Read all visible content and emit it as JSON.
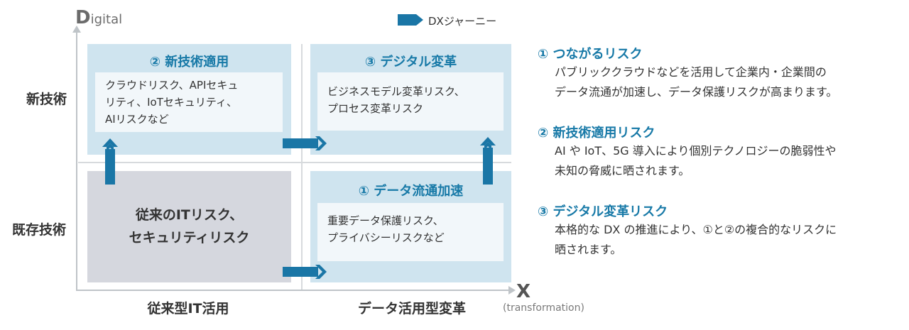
{
  "axes": {
    "y_title_initial": "D",
    "y_title_rest": "igital",
    "x_title": "X",
    "x_subtitle": "(transformation)"
  },
  "rows": {
    "top": "新技術",
    "bottom": "既存技術"
  },
  "columns": {
    "left": "従来型IT活用",
    "right": "データ活用型変革"
  },
  "legend": {
    "label": "DXジャーニー"
  },
  "quadrants": {
    "top_left": {
      "title": "② 新技術適用",
      "lines": [
        "クラウドリスク、APIセキュ",
        "リティ、IoTセキュリティ、",
        "AIリスクなど"
      ]
    },
    "top_right": {
      "title": "③ デジタル変革",
      "lines": [
        "ビジネスモデル変革リスク、",
        "プロセス変革リスク"
      ]
    },
    "bottom_right": {
      "title": "① データ流通加速",
      "lines": [
        "重要データ保護リスク、",
        "プライバシーリスクなど"
      ]
    },
    "bottom_left": {
      "lines": [
        "従来のITリスク、",
        "セキュリティリスク"
      ]
    }
  },
  "risks": [
    {
      "title": "① つながるリスク",
      "lines": [
        "パブリッククラウドなどを活用して企業内・企業間の",
        "データ流通が加速し、データ保護リスクが高まります。"
      ]
    },
    {
      "title": "② 新技術適用リスク",
      "lines": [
        "AI や IoT、5G 導入により個別テクノロジーの脆弱性や",
        "未知の脅威に晒されます。"
      ]
    },
    {
      "title": "③ デジタル変革リスク",
      "lines": [
        "本格的な DX の推進により、①と②の複合的なリスクに",
        "晒されます。"
      ]
    }
  ],
  "colors": {
    "accent": "#1a76a6",
    "quadrant_blue": "#cfe4ef",
    "quadrant_gray": "#d5d7de",
    "title_blue": "#1779a7"
  }
}
